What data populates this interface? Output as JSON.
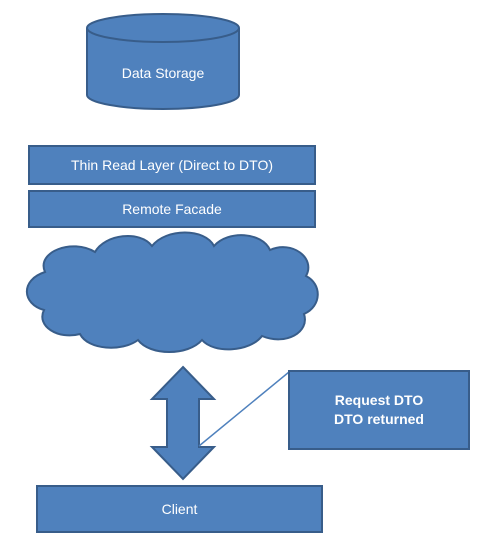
{
  "diagram": {
    "data_storage": {
      "label": "Data Storage"
    },
    "thin_read_layer": {
      "label": "Thin Read Layer (Direct to DTO)"
    },
    "remote_facade": {
      "label": "Remote Facade"
    },
    "network_cloud": {
      "label": ""
    },
    "callout": {
      "line1": "Request DTO",
      "line2": "DTO returned"
    },
    "client": {
      "label": "Client"
    }
  },
  "colors": {
    "shape_fill": "#4F81BD",
    "shape_stroke": "#385D8A",
    "text": "#FFFFFF",
    "background": "#FFFFFF"
  }
}
